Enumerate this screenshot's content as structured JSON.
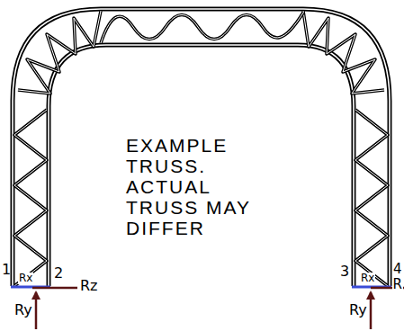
{
  "diagram": {
    "labels": [
      "EXAMPLE TRUSS. ACTUAL TRUSS MAY DIFFER",
      "1",
      "Rx",
      "2",
      "Rz",
      "Ry",
      "3",
      "Rx",
      "4",
      "R",
      "Ry"
    ]
  }
}
